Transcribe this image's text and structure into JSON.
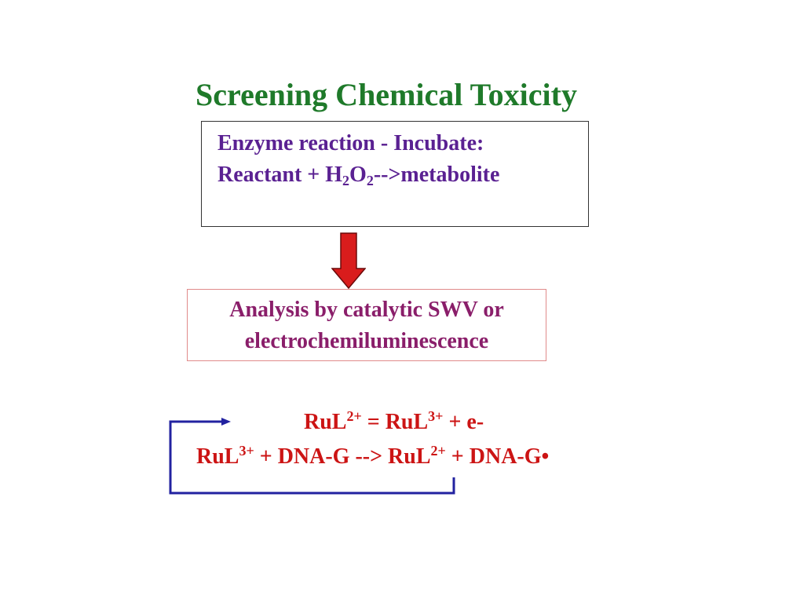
{
  "title": "Screening Chemical Toxicity",
  "colors": {
    "title": "#1f7a2a",
    "box1_text": "#5a2192",
    "box2_text": "#8a1e6a",
    "equations": "#cc1414",
    "arrow_fill": "#d91c1c",
    "loop_line": "#2222a0"
  },
  "box1": {
    "line1": "Enzyme reaction - Incubate:",
    "line2": {
      "prefix": "Reactant + H",
      "sub1": "2",
      "mid": "O",
      "sub2": "2",
      "suffix": "-->metabolite"
    }
  },
  "box2": {
    "line1": "Analysis by catalytic SWV or",
    "line2": "electrochemiluminescence"
  },
  "equation1": {
    "a": "RuL",
    "a_sup": "2+",
    "b": " = RuL",
    "b_sup": "3+",
    "c": " + e-"
  },
  "equation2": {
    "a": "RuL",
    "a_sup": "3+",
    "b": " + DNA-G --> RuL",
    "b_sup": "2+",
    "c": " + DNA-G•"
  }
}
